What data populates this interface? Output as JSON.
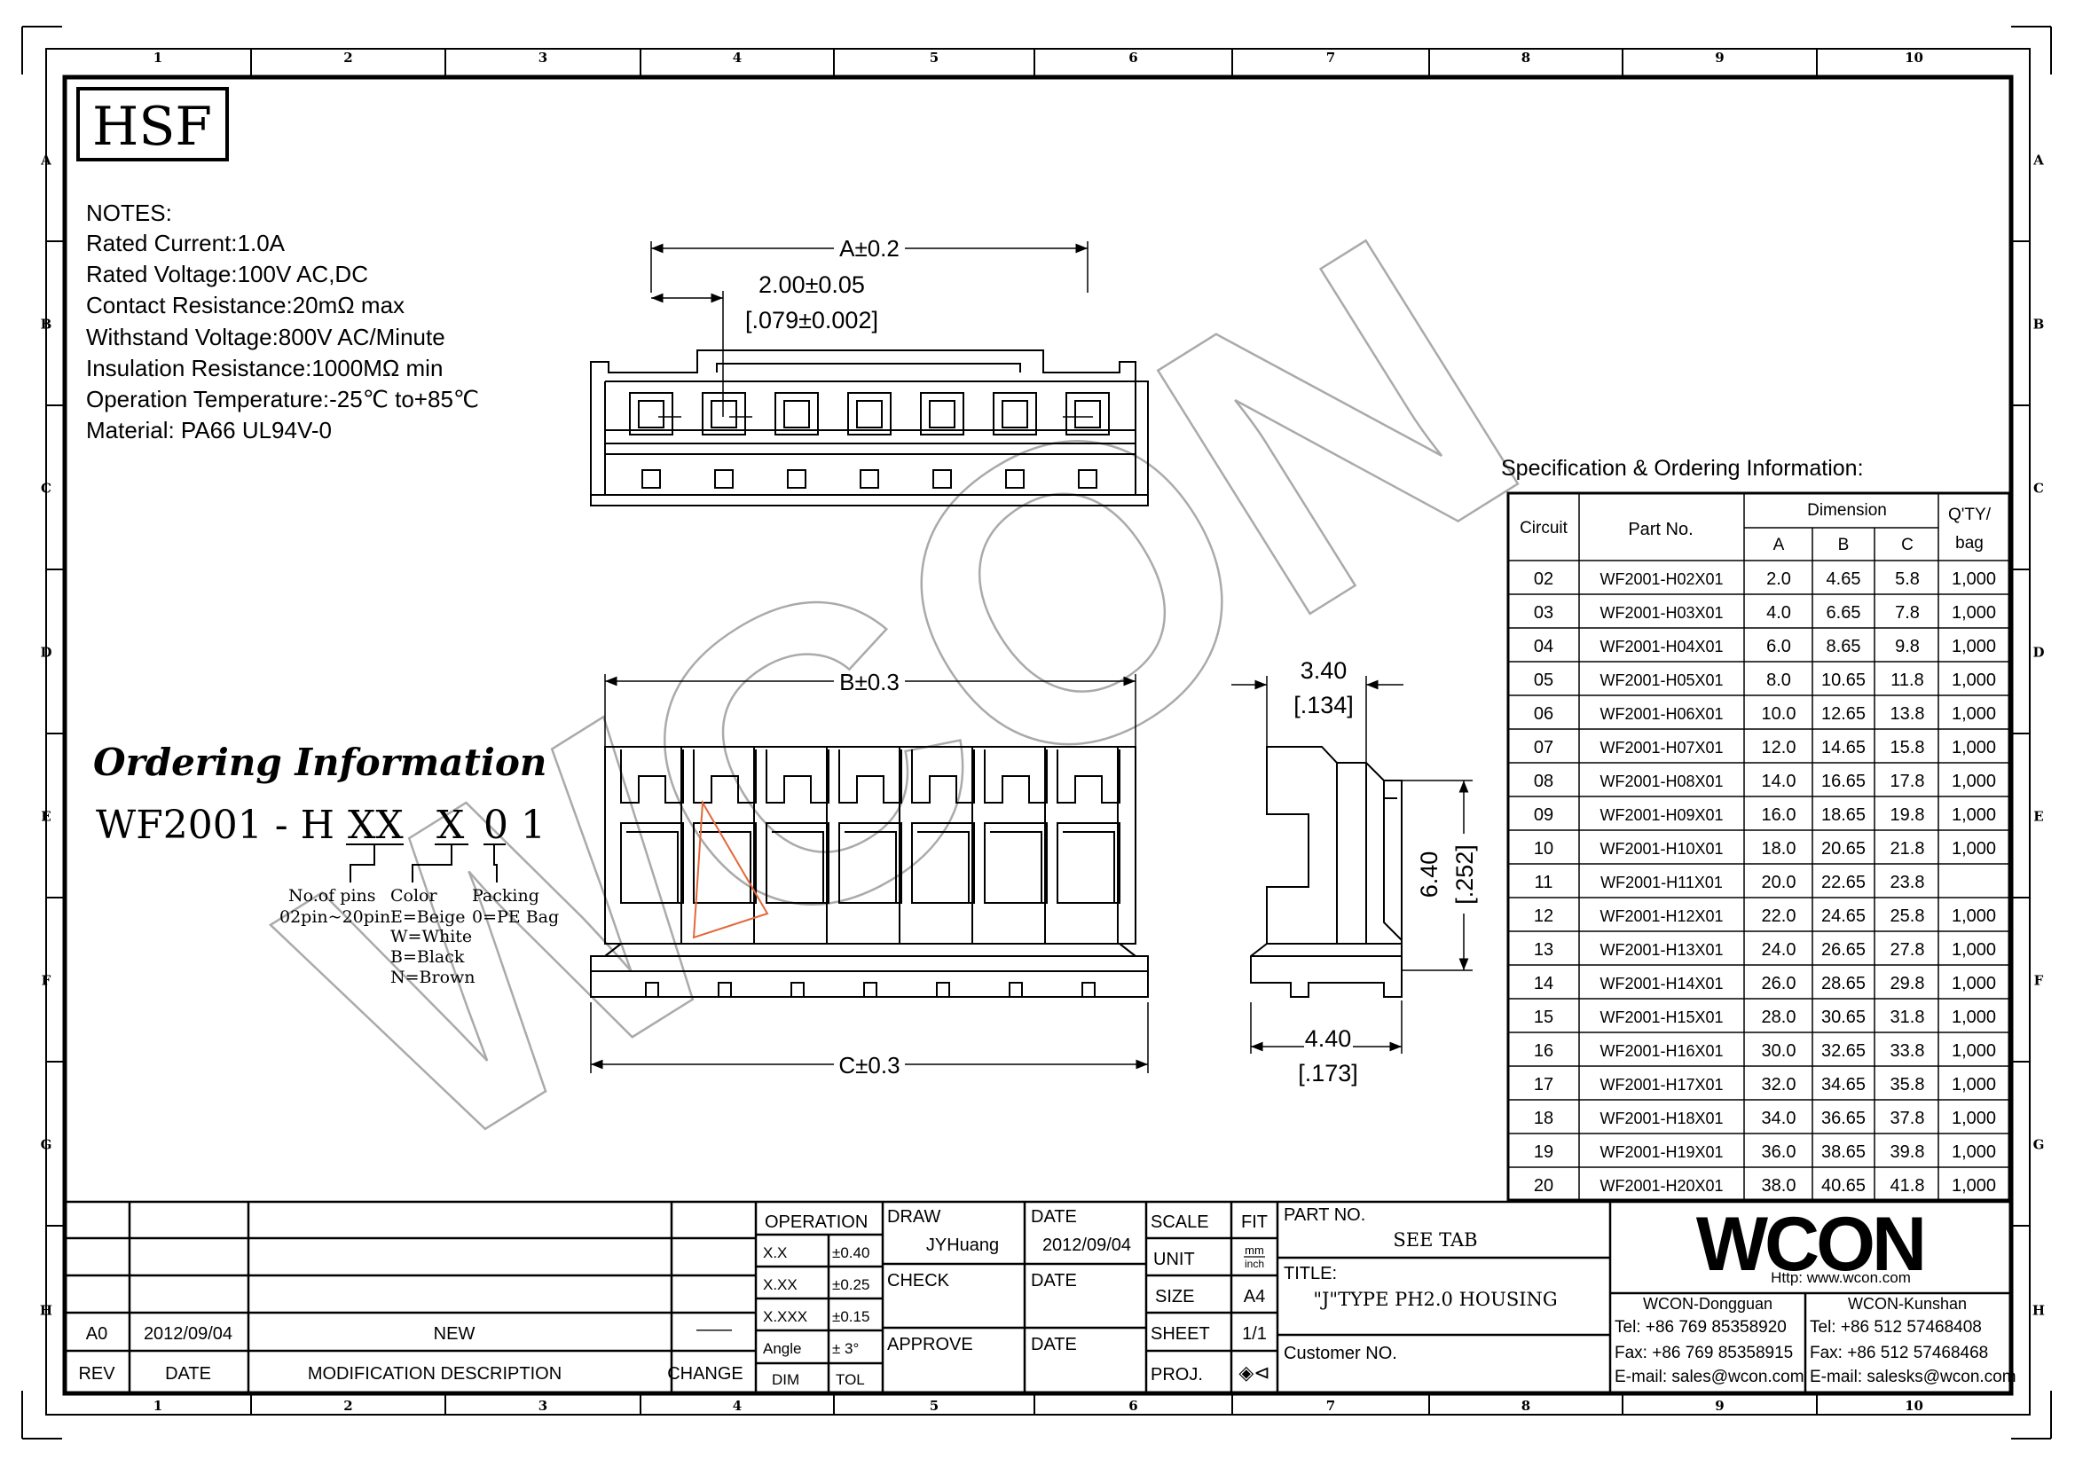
{
  "brand": {
    "hsf": "HSF",
    "watermark": "WCON",
    "logo": "WCON"
  },
  "notes": {
    "heading": "NOTES:",
    "lines": [
      "Rated Current:1.0A",
      "Rated Voltage:100V AC,DC",
      "Contact Resistance:20mΩ  max",
      "Withstand Voltage:800V AC/Minute",
      "Insulation Resistance:1000MΩ min",
      "Operation Temperature:-25℃ to+85℃",
      "Material: PA66 UL94V-0"
    ]
  },
  "ordering": {
    "title": "Ordering Information",
    "prefix": "WF2001 - H",
    "code_xx": "XX",
    "code_x": "X",
    "code_01": "0 1",
    "pins_label": "No.of pins",
    "pins_range": "02pin~20pin",
    "color_label": "Color",
    "color_options": [
      "E=Beige",
      "W=White",
      "B=Black",
      "N=Brown"
    ],
    "packing_label": "Packing",
    "packing_value": "0=PE Bag"
  },
  "dims": {
    "a": "A±0.2",
    "pitch": "2.00±0.05",
    "pitch_inch": "[.079±0.002]",
    "b": "B±0.3",
    "c": "C±0.3",
    "w1": "3.40",
    "w1_inch": "[.134]",
    "w2": "4.40",
    "w2_inch": "[.173]",
    "h": "6.40",
    "h_inch": "[.252]"
  },
  "spec": {
    "title": "Specification & Ordering Information:",
    "headers": {
      "circuit": "Circuit",
      "part": "Part No.",
      "dimension": "Dimension",
      "a": "A",
      "b": "B",
      "c": "C",
      "qty1": "Q'TY/",
      "qty2": "bag"
    },
    "rows": [
      [
        "02",
        "WF2001-H02X01",
        "2.0",
        "4.65",
        "5.8",
        "1,000"
      ],
      [
        "03",
        "WF2001-H03X01",
        "4.0",
        "6.65",
        "7.8",
        "1,000"
      ],
      [
        "04",
        "WF2001-H04X01",
        "6.0",
        "8.65",
        "9.8",
        "1,000"
      ],
      [
        "05",
        "WF2001-H05X01",
        "8.0",
        "10.65",
        "11.8",
        "1,000"
      ],
      [
        "06",
        "WF2001-H06X01",
        "10.0",
        "12.65",
        "13.8",
        "1,000"
      ],
      [
        "07",
        "WF2001-H07X01",
        "12.0",
        "14.65",
        "15.8",
        "1,000"
      ],
      [
        "08",
        "WF2001-H08X01",
        "14.0",
        "16.65",
        "17.8",
        "1,000"
      ],
      [
        "09",
        "WF2001-H09X01",
        "16.0",
        "18.65",
        "19.8",
        "1,000"
      ],
      [
        "10",
        "WF2001-H10X01",
        "18.0",
        "20.65",
        "21.8",
        "1,000"
      ],
      [
        "11",
        "WF2001-H11X01",
        "20.0",
        "22.65",
        "23.8",
        ""
      ],
      [
        "12",
        "WF2001-H12X01",
        "22.0",
        "24.65",
        "25.8",
        "1,000"
      ],
      [
        "13",
        "WF2001-H13X01",
        "24.0",
        "26.65",
        "27.8",
        "1,000"
      ],
      [
        "14",
        "WF2001-H14X01",
        "26.0",
        "28.65",
        "29.8",
        "1,000"
      ],
      [
        "15",
        "WF2001-H15X01",
        "28.0",
        "30.65",
        "31.8",
        "1,000"
      ],
      [
        "16",
        "WF2001-H16X01",
        "30.0",
        "32.65",
        "33.8",
        "1,000"
      ],
      [
        "17",
        "WF2001-H17X01",
        "32.0",
        "34.65",
        "35.8",
        "1,000"
      ],
      [
        "18",
        "WF2001-H18X01",
        "34.0",
        "36.65",
        "37.8",
        "1,000"
      ],
      [
        "19",
        "WF2001-H19X01",
        "36.0",
        "38.65",
        "39.8",
        "1,000"
      ],
      [
        "20",
        "WF2001-H20X01",
        "38.0",
        "40.65",
        "41.8",
        "1,000"
      ]
    ]
  },
  "grid": {
    "cols": [
      "1",
      "2",
      "3",
      "4",
      "5",
      "6",
      "7",
      "8",
      "9",
      "10"
    ],
    "rows": [
      "A",
      "B",
      "C",
      "D",
      "E",
      "F",
      "G",
      "H"
    ]
  },
  "titleblock": {
    "rev_label": "REV",
    "date_label": "DATE",
    "mod_label": "MODIFICATION DESCRIPTION",
    "change_label": "CHANGE",
    "rev": "A0",
    "rev_date": "2012/09/04",
    "rev_desc": "NEW",
    "change_value": "——",
    "operation": "OPERATION",
    "tol_rows": [
      [
        "X.X",
        "±0.40"
      ],
      [
        "X.XX",
        "±0.25"
      ],
      [
        "X.XXX",
        "±0.15"
      ],
      [
        "Angle",
        "± 3°"
      ]
    ],
    "dim_label": "DIM",
    "tol_label": "TOL",
    "draw_label": "DRAW",
    "draw_name": "JYHuang",
    "draw_date_label": "DATE",
    "draw_date": "2012/09/04",
    "check_label": "CHECK",
    "check_date_label": "DATE",
    "approve_label": "APPROVE",
    "approve_date_label": "DATE",
    "scale_label": "SCALE",
    "scale_value": "FIT",
    "unit_label": "UNIT",
    "unit_mm": "mm",
    "unit_inch": "inch",
    "size_label": "SIZE",
    "size_value": "A4",
    "sheet_label": "SHEET",
    "sheet_value": "1/1",
    "proj_label": "PROJ.",
    "proj_symbol": "◈⊲",
    "part_no_label": "PART NO.",
    "part_no_value": "SEE TAB",
    "title_label": "TITLE:",
    "title_value": "\"J\"TYPE PH2.0 HOUSING",
    "customer_label": "Customer NO.",
    "http": "Http: www.wcon.com",
    "dg_name": "WCON-Dongguan",
    "dg_tel": "Tel: +86 769 85358920",
    "dg_fax": "Fax: +86 769 85358915",
    "dg_mail": "E-mail: sales@wcon.com",
    "ks_name": "WCON-Kunshan",
    "ks_tel": "Tel: +86 512 57468408",
    "ks_fax": "Fax: +86 512 57468468",
    "ks_mail": "E-mail: salesks@wcon.com"
  }
}
